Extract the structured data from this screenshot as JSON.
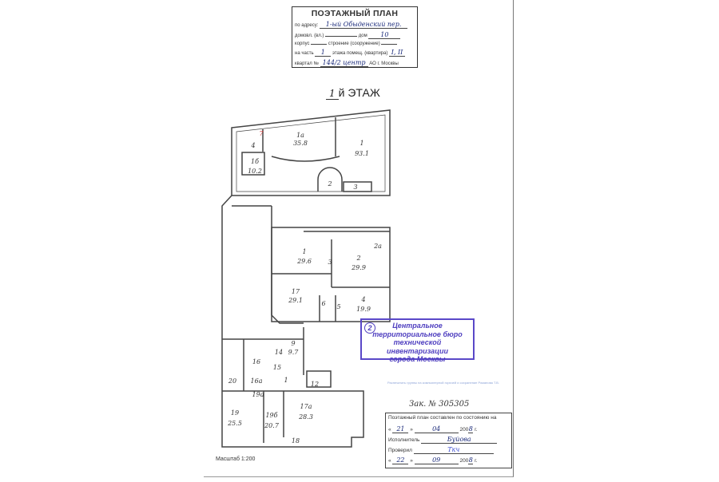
{
  "header": {
    "title": "ПОЭТАЖНЫЙ ПЛАН",
    "address_label": "по адресу:",
    "address_value": "1-ый Обыденский пер.",
    "house_label_prefix": "домовл. (вл.)",
    "house_label": "дом",
    "house_value": "10",
    "building_label": "корпус",
    "structure_label": "строение (сооружение)",
    "part_label": "на часть",
    "floor_value": "1",
    "premises_label": "этажа помещ. (квартира)",
    "premises_value": "I, II",
    "quarter_label": "квартал №",
    "quarter_value": "144/2 центр",
    "district_label": "АО г. Москвы"
  },
  "floor_heading": {
    "number": "1",
    "text": "й ЭТАЖ"
  },
  "rooms": [
    {
      "id": "1a",
      "area": "35.8"
    },
    {
      "id": "1",
      "area": "93.1"
    },
    {
      "id": "4",
      "area": ""
    },
    {
      "id": "1б",
      "area": "10.2"
    },
    {
      "id": "2",
      "area": ""
    },
    {
      "id": "3",
      "area": ""
    },
    {
      "id": "7",
      "area": ""
    },
    {
      "id": "1",
      "area": "29.6"
    },
    {
      "id": "2",
      "area": "29.9"
    },
    {
      "id": "2а",
      "area": ""
    },
    {
      "id": "3",
      "area": ""
    },
    {
      "id": "17",
      "area": "29.1"
    },
    {
      "id": "4",
      "area": "19.9"
    },
    {
      "id": "5",
      "area": ""
    },
    {
      "id": "6",
      "area": ""
    },
    {
      "id": "9",
      "area": "9.7"
    },
    {
      "id": "14",
      "area": ""
    },
    {
      "id": "15",
      "area": ""
    },
    {
      "id": "16",
      "area": ""
    },
    {
      "id": "16а",
      "area": ""
    },
    {
      "id": "20",
      "area": ""
    },
    {
      "id": "1",
      "area": ""
    },
    {
      "id": "12",
      "area": ""
    },
    {
      "id": "19а",
      "area": ""
    },
    {
      "id": "19",
      "area": "25.5"
    },
    {
      "id": "19б",
      "area": "20.7"
    },
    {
      "id": "17а",
      "area": "28.3"
    },
    {
      "id": "18",
      "area": ""
    }
  ],
  "stamp": {
    "number": "2",
    "lines": [
      "Центральное",
      "территориальное бюро",
      "технической инвентаризации",
      "города Москвы"
    ]
  },
  "note": "Распечатать группы на компьютерной горячей и сохранение Романова Т.В.",
  "order": "Зак. № 305305",
  "certificate": {
    "title": "Поэтажный план составлен по состоянию на",
    "day1": "21",
    "month1": "04",
    "year1_prefix": "200",
    "year1": "8",
    "year_suffix": "г.",
    "executor_label": "Исполнитель",
    "executor_sign": "Буйова",
    "checked_label": "Проверил",
    "checked_sign": "Ткч",
    "day2": "22",
    "month2": "09",
    "year2_prefix": "200",
    "year2": "8"
  },
  "scale": "Масштаб 1:200"
}
